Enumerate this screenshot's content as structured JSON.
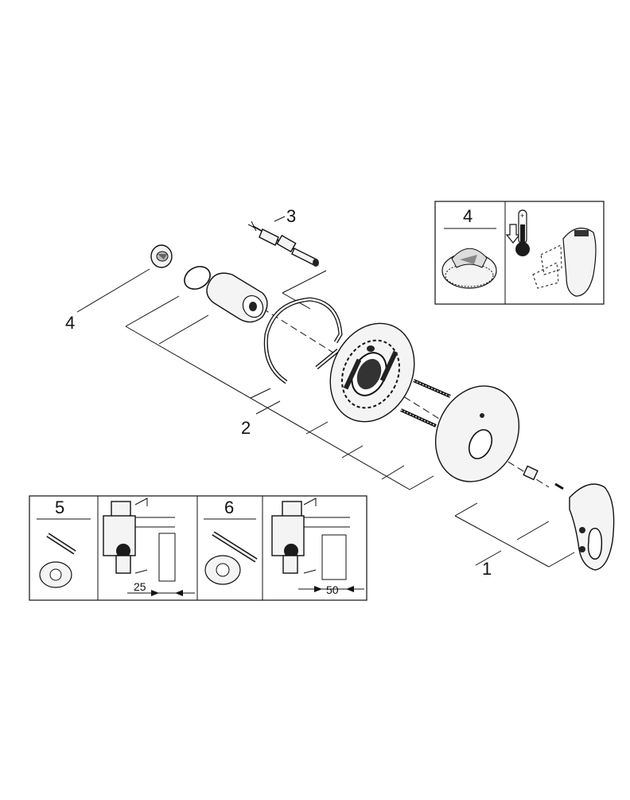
{
  "callouts": {
    "faucet_trim": "1",
    "escutcheon_set": "2",
    "cartridge_stem": "3",
    "temp_limit_stop": "4"
  },
  "detail_box_temp": {
    "number": "4"
  },
  "detail_box_5": {
    "number": "5",
    "dimension": "25"
  },
  "detail_box_6": {
    "number": "6",
    "dimension": "50"
  },
  "icons": [
    "temperature-stop-icon",
    "thermometer-icon",
    "arrow-down-icon",
    "lever-handle-icon"
  ],
  "colors": {
    "line": "#111111",
    "fill": "#f4f4f4",
    "background": "#ffffff"
  }
}
